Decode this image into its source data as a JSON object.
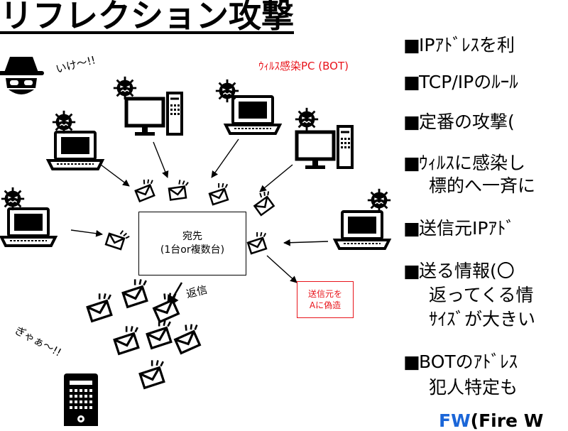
{
  "title": "リフレクション攻撃",
  "bot_label": "ｳｨﾙｽ感染PC (BOT)",
  "attacker_shout": "いけ～!!",
  "victim_shout": "ぎゃぁ～!!",
  "destination": {
    "line1": "宛先",
    "line2": "(1台or複数台)"
  },
  "spoof_note": {
    "line1": "送信元を",
    "line2": "Aに偽造"
  },
  "reply_label": "返信",
  "bullets": [
    {
      "mark": "■",
      "lines": [
        "IPｱﾄﾞﾚｽを利"
      ]
    },
    {
      "mark": "■",
      "lines": [
        "TCP/IPのﾙｰﾙ"
      ]
    },
    {
      "mark": "■",
      "lines": [
        "定番の攻撃("
      ]
    },
    {
      "mark": "■",
      "lines": [
        "ｳｨﾙｽに感染し",
        "標的へ一斉に"
      ]
    },
    {
      "mark": "■",
      "lines": [
        "送信元IPｱﾄﾞ"
      ]
    },
    {
      "mark": "■",
      "lines": [
        "送る情報(〇",
        "返ってくる情",
        "ｻｲｽﾞが大きい"
      ]
    },
    {
      "mark": "■",
      "lines": [
        "BOTのｱﾄﾞﾚｽ",
        "犯人特定も"
      ]
    }
  ],
  "fw": {
    "accent": "FW",
    "rest": "(Fire W"
  },
  "colors": {
    "red": "#e8141b",
    "blue": "#1b66d8"
  }
}
